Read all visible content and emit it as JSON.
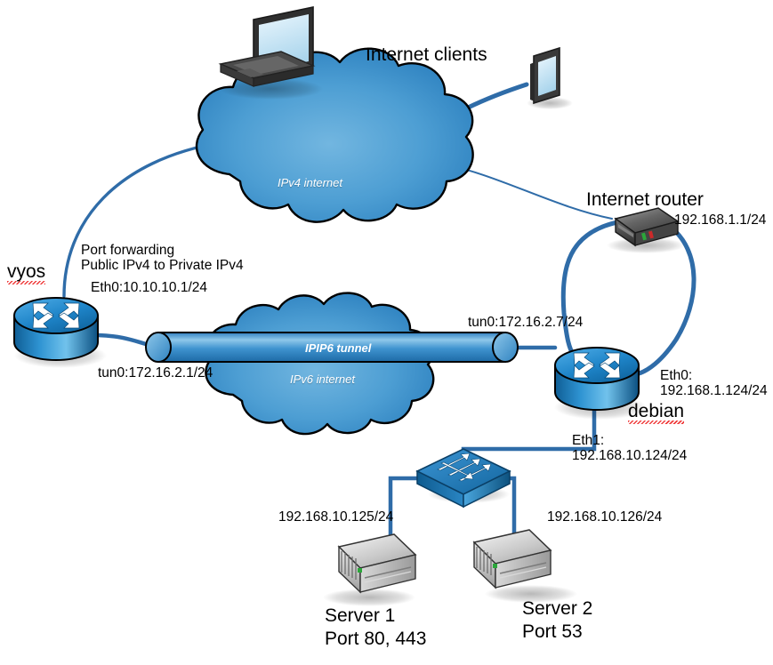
{
  "diagram": {
    "title": "Network topology: IPIP6 tunnel between vyos and debian routers",
    "colors": {
      "link": "#2f6ca8",
      "cloud_fill": "#3f93cf",
      "cloud_stroke": "#000000",
      "router_blue": "#1b7ec4",
      "switch_blue": "#1b6fb4",
      "server_gray": "#b9b9b9",
      "device_dark": "#3a3a3a",
      "screen_blue": "#bddff2",
      "text": "#000000",
      "spellcheck_underline": "#ee3333"
    }
  },
  "clouds": [
    {
      "id": "ipv4",
      "label": "IPv4 internet"
    },
    {
      "id": "ipv6",
      "label": "IPv6 internet"
    }
  ],
  "tunnel": {
    "label": "IPIP6 tunnel"
  },
  "clients": {
    "group_label": "Internet clients",
    "devices": [
      {
        "name": "laptop",
        "icon": "laptop-icon"
      },
      {
        "name": "tablet",
        "icon": "tablet-icon"
      }
    ]
  },
  "nodes": [
    {
      "id": "vyos",
      "name": "vyos",
      "icon": "router-icon",
      "spellcheck_flag": true,
      "annotations": [
        "Port forwarding\nPublic IPv4 to Private IPv4",
        "Eth0:10.10.10.1/24",
        "tun0:172.16.2.1/24"
      ]
    },
    {
      "id": "internet-router",
      "name": "Internet router",
      "icon": "modem-icon",
      "spellcheck_flag": false,
      "annotations": [
        "192.168.1.1/24"
      ]
    },
    {
      "id": "debian",
      "name": "debian",
      "icon": "router-icon",
      "spellcheck_flag": true,
      "annotations": [
        "tun0:172.16.2.7/24",
        "Eth0:\n192.168.1.124/24",
        "Eth1:\n192.168.10.124/24"
      ]
    },
    {
      "id": "switch",
      "name": "switch",
      "icon": "switch-icon",
      "spellcheck_flag": false,
      "annotations": []
    },
    {
      "id": "server1",
      "name": "Server 1",
      "icon": "server-icon",
      "spellcheck_flag": false,
      "ip": "192.168.10.125/24",
      "ports": "Port 80, 443"
    },
    {
      "id": "server2",
      "name": "Server 2",
      "icon": "server-icon",
      "spellcheck_flag": false,
      "ip": "192.168.10.126/24",
      "ports": "Port 53"
    }
  ],
  "labels": {
    "internet_clients": "Internet clients",
    "vyos": "vyos",
    "vyos_portforward_l1": "Port forwarding",
    "vyos_portforward_l2": "Public IPv4 to Private IPv4",
    "vyos_eth0": "Eth0:10.10.10.1/24",
    "vyos_tun0": "tun0:172.16.2.1/24",
    "internet_router": "Internet router",
    "internet_router_ip": "192.168.1.1/24",
    "debian": "debian",
    "debian_tun0": "tun0:172.16.2.7/24",
    "debian_eth0_l1": "Eth0:",
    "debian_eth0_l2": "192.168.1.124/24",
    "debian_eth1_l1": "Eth1:",
    "debian_eth1_l2": "192.168.10.124/24",
    "ipv4_cloud": "IPv4 internet",
    "ipv6_cloud": "IPv6 internet",
    "ipip6_tunnel": "IPIP6 tunnel",
    "server1_ip": "192.168.10.125/24",
    "server2_ip": "192.168.10.126/24",
    "server1_name": "Server 1",
    "server1_ports": "Port 80, 443",
    "server2_name": "Server 2",
    "server2_ports": "Port 53"
  }
}
